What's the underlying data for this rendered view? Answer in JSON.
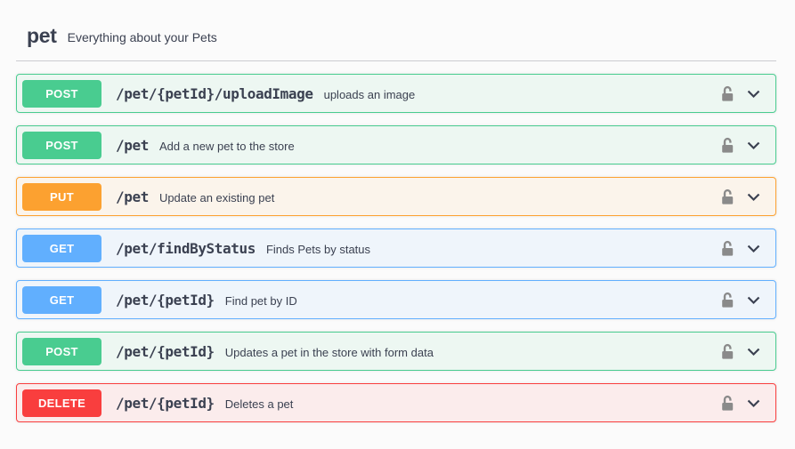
{
  "section": {
    "title": "pet",
    "description": "Everything about your Pets"
  },
  "colors": {
    "post": "#49cc90",
    "put": "#fca130",
    "get": "#61affe",
    "delete": "#f93e3e",
    "text": "#3b4151",
    "lock": "#8a8a8a"
  },
  "operations": [
    {
      "method": "POST",
      "path": "/pet/{petId}/uploadImage",
      "summary": "uploads an image"
    },
    {
      "method": "POST",
      "path": "/pet",
      "summary": "Add a new pet to the store"
    },
    {
      "method": "PUT",
      "path": "/pet",
      "summary": "Update an existing pet"
    },
    {
      "method": "GET",
      "path": "/pet/findByStatus",
      "summary": "Finds Pets by status"
    },
    {
      "method": "GET",
      "path": "/pet/{petId}",
      "summary": "Find pet by ID"
    },
    {
      "method": "POST",
      "path": "/pet/{petId}",
      "summary": "Updates a pet in the store with form data"
    },
    {
      "method": "DELETE",
      "path": "/pet/{petId}",
      "summary": "Deletes a pet"
    }
  ]
}
